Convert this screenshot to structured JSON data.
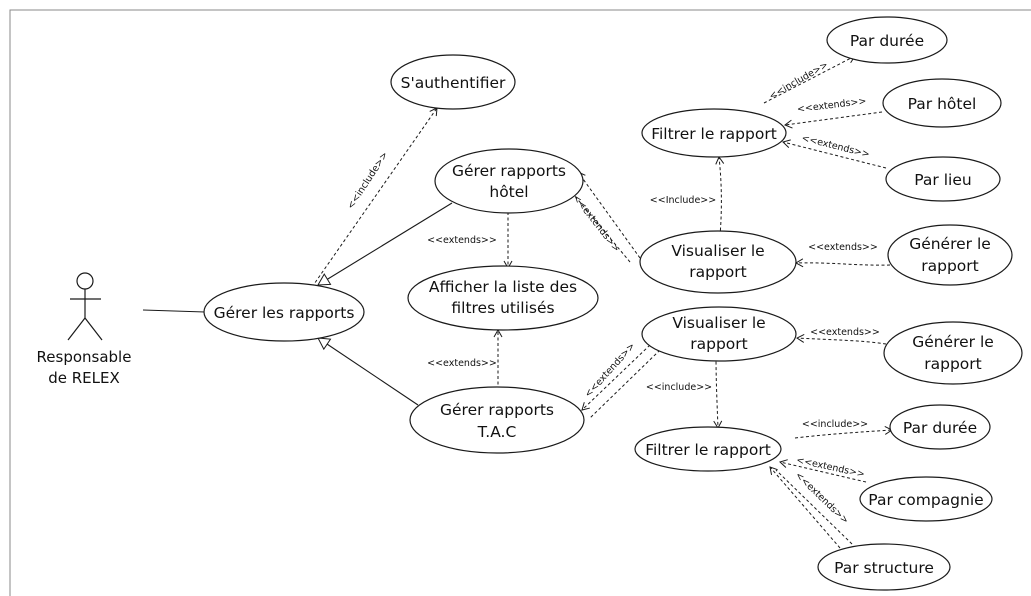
{
  "actor": {
    "line1": "Responsable",
    "line2": "de RELEX"
  },
  "use_cases": {
    "gerer_rapports": "Gérer les rapports",
    "authentifier": "S'authentifier",
    "hotel_line1": "Gérer rapports",
    "hotel_line2": "hôtel",
    "afficher_line1": "Afficher la liste des",
    "afficher_line2": "filtres utilisés",
    "tac_line1": "Gérer rapports",
    "tac_line2": "T.A.C",
    "filtrer_top": "Filtrer le rapport",
    "par_duree_top": "Par durée",
    "par_hotel": "Par hôtel",
    "par_lieu": "Par lieu",
    "visu_top_line1": "Visualiser le",
    "visu_top_line2": "rapport",
    "generer_top_line1": "Générer le",
    "generer_top_line2": "rapport",
    "visu_bot_line1": "Visualiser le",
    "visu_bot_line2": "rapport",
    "generer_bot_line1": "Générer le",
    "generer_bot_line2": "rapport",
    "filtrer_bot": "Filtrer le rapport",
    "par_duree_bot": "Par durée",
    "par_compagnie": "Par compagnie",
    "par_structure": "Par structure"
  },
  "relations": {
    "include_auth": "<<include>>",
    "extends_afficher_hotel": "<<extends>>",
    "extends_afficher_tac": "<<extends>>",
    "extends_hotel_visu": "<<extends>>",
    "include_visu_filtrer_top": "<<Include>>",
    "include_filtrer_duree_top": "<<include>>",
    "extends_hotel_filtre": "<<extends>>",
    "extends_lieu_filtre": "<<extends>>",
    "extends_generer_top": "<<extends>>",
    "extends_tac_visu": "<<extends>>",
    "extends_generer_bot": "<<extends>>",
    "include_visu_filtrer_bot": "<<include>>",
    "include_filtrer_duree_bot": "<<include>>",
    "extends_compagnie": "<<extends>>",
    "extends_structure": "<<extends>>"
  }
}
